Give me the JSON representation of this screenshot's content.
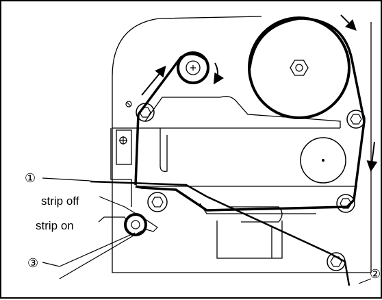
{
  "labels": {
    "callout_1": "①",
    "callout_2": "②",
    "callout_3": "③",
    "strip_off": "strip off",
    "strip_on": "strip on"
  },
  "icons": {
    "rotation_arrows": "arrow-icon",
    "roller_hub": "hex-nut-icon",
    "screw": "crosshair-screw-icon"
  },
  "colors": {
    "line": "#000000",
    "background": "#ffffff"
  }
}
